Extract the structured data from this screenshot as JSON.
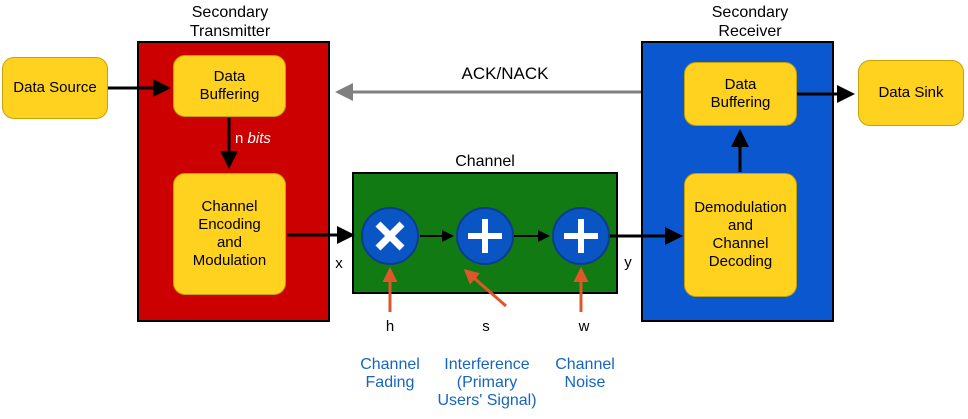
{
  "diagram": {
    "transmitter_title": "Secondary\nTransmitter",
    "receiver_title": "Secondary\nReceiver",
    "channel_title": "Channel",
    "data_source": "Data Source",
    "data_sink": "Data Sink",
    "tx_buffering": "Data\nBuffering",
    "tx_encoding": "Channel\nEncoding\nand\nModulation",
    "rx_buffering": "Data\nBuffering",
    "rx_decoding": "Demodulation\nand\nChannel\nDecoding",
    "ack_nack": "ACK/NACK",
    "n_label": "n ",
    "bits_label": "bits",
    "x_label": "x",
    "y_label": "y",
    "h_label": "h",
    "s_label": "s",
    "w_label": "w",
    "fading_label": "Channel\nFading",
    "interference_label": "Interference\n(Primary\nUsers' Signal)",
    "noise_label": "Channel\nNoise"
  },
  "colors": {
    "transmitter": "#cc0000",
    "receiver": "#0b57d0",
    "channel": "#127a12",
    "block": "#ffd21f",
    "node_circle": "#0a55c4",
    "annotation_arrow": "#e0562b",
    "feedback_arrow": "#808080",
    "annotation_text": "#1565c0"
  },
  "icons": {
    "multiply_node": "multiply-icon",
    "add_node_interference": "add-icon",
    "add_node_noise": "add-icon"
  }
}
